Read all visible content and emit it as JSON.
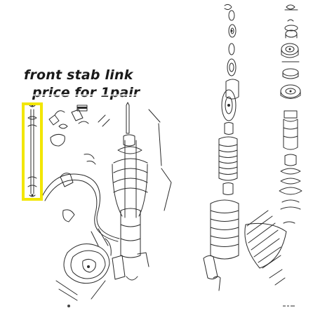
{
  "caption": {
    "title": "front stab link",
    "price": "price for 1pair"
  },
  "colors": {
    "highlight": "#f2e600",
    "line": "#2b2b2b",
    "background": "#ffffff"
  },
  "diagram": {
    "subject": "front suspension exploded parts drawing",
    "highlighted_part": "stabilizer link"
  }
}
